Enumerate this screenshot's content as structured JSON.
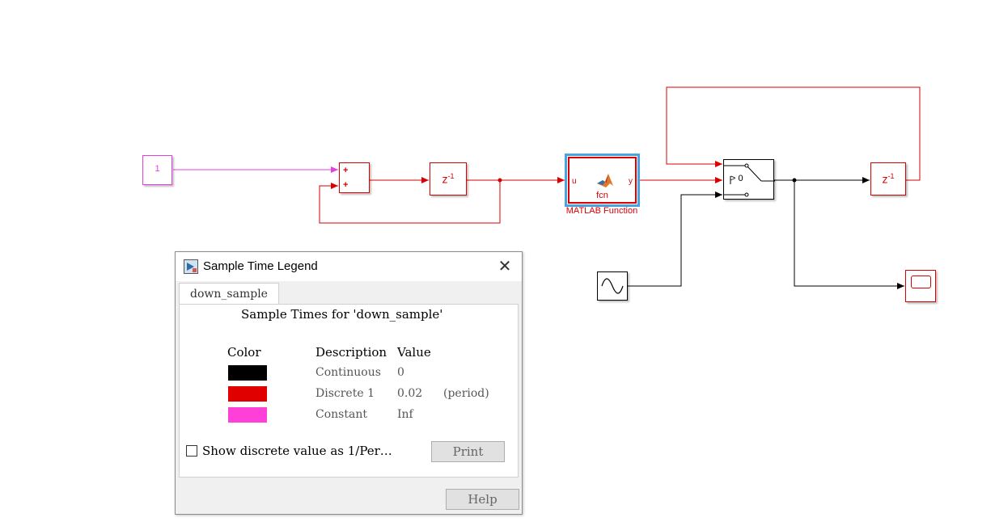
{
  "diagram": {
    "constant_value": "1",
    "sum_signs": [
      "+",
      "+"
    ],
    "unit_delay_label": "z",
    "unit_delay_exponent": "-1",
    "matlab_function": {
      "input_port": "u",
      "output_port": "y",
      "inner_text": "fcn",
      "name": "MATLAB Function"
    },
    "switch_threshold": "> 0",
    "colors": {
      "continuous": "#000000",
      "discrete": "#d90000",
      "constant": "#e83ee0",
      "selection": "#4aa3df"
    }
  },
  "dialog": {
    "title": "Sample Time Legend",
    "close_icon": "close-icon",
    "tab_label": "down_sample",
    "panel_title": "Sample Times for 'down_sample'",
    "headers": {
      "color": "Color",
      "description": "Description",
      "value": "Value"
    },
    "rows": [
      {
        "color": "#000000",
        "description": "Continuous",
        "value": "0",
        "note": ""
      },
      {
        "color": "#e00000",
        "description": "Discrete 1",
        "value": "0.02",
        "note": "(period)"
      },
      {
        "color": "#ff40d8",
        "description": "Constant",
        "value": "Inf",
        "note": ""
      }
    ],
    "checkbox_label": "Show discrete value as 1/Per…",
    "checkbox_checked": false,
    "print_label": "Print",
    "help_label": "Help"
  }
}
